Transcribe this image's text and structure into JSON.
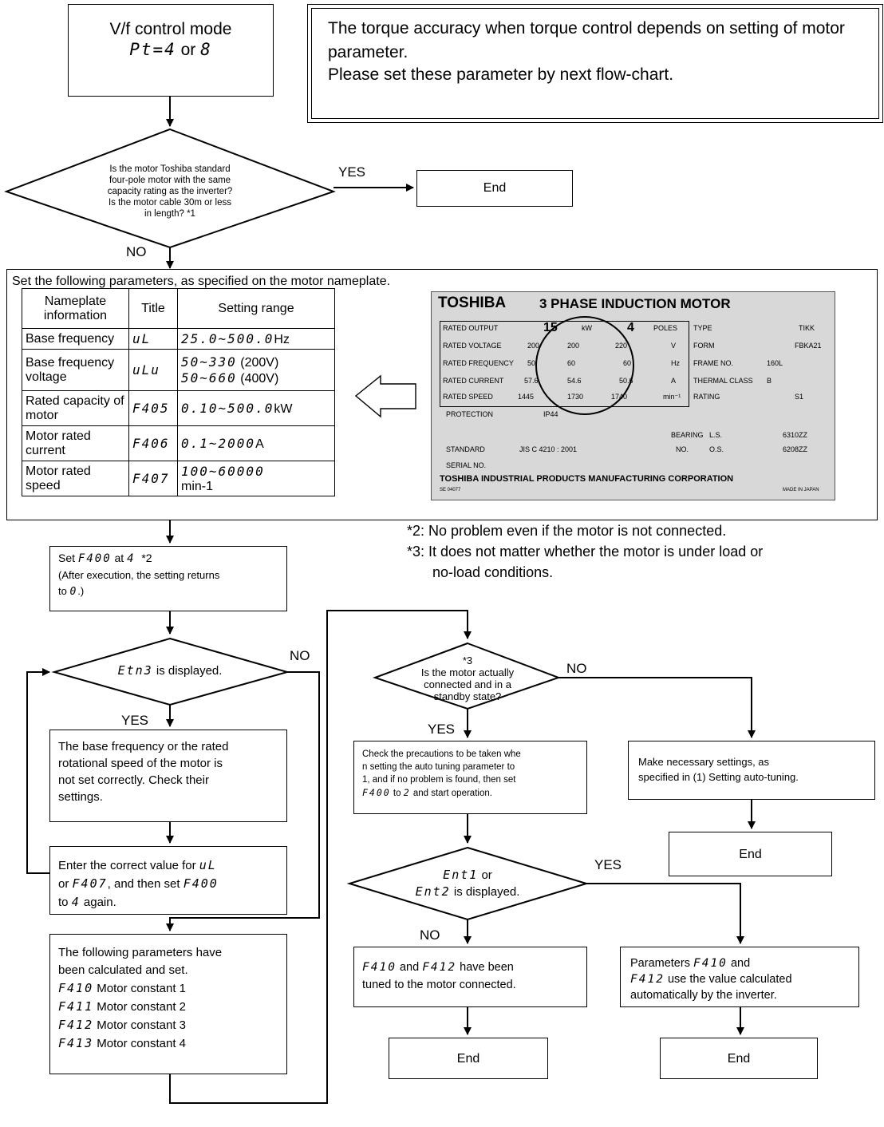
{
  "top": {
    "mode_line1": "V/f control mode",
    "mode_code1": "Pt=4",
    "mode_or": "or",
    "mode_code2": "8",
    "note": "The torque accuracy when torque control depends on setting of motor parameter.",
    "note2": "Please set these parameter by next flow-chart."
  },
  "d1": {
    "line1": "Is the motor Toshiba standard",
    "line2": "four-pole motor with the same",
    "line3": "capacity rating as the inverter?",
    "line4": "Is the motor cable 30m or less",
    "line5": "in length? *1",
    "yes": "YES",
    "no": "NO",
    "end": "End"
  },
  "params": {
    "intro": "Set the following parameters, as specified on the motor nameplate.",
    "headers": [
      "Nameplate information",
      "Title",
      "Setting range"
    ],
    "rows": [
      {
        "info": "Base frequency",
        "title": "uL",
        "range_code": "25.0~500.0",
        "range_unit": "Hz"
      },
      {
        "info": "Base frequency voltage",
        "title": "uLu",
        "range_code": "50~330",
        "range_unit": " (200V)",
        "range_code2": "50~660",
        "range_unit2": " (400V)"
      },
      {
        "info": "Rated capacity of motor",
        "title": "F405",
        "range_code": "0.10~500.0",
        "range_unit": "kW"
      },
      {
        "info": "Motor rated current",
        "title": "F406",
        "range_code": "0.1~2000",
        "range_unit": "A"
      },
      {
        "info": "Motor rated speed",
        "title": "F407",
        "range_code": "100~60000",
        "range_unit": "min-1"
      }
    ]
  },
  "plate": {
    "brand": "TOSHIBA",
    "heading": "3 PHASE INDUCTION MOTOR",
    "rated_output": "RATED OUTPUT",
    "output_val": "15",
    "kw": "kW",
    "poles_val": "4",
    "poles": "POLES",
    "type_k": "TYPE",
    "type_v": "TIKK",
    "voltage": "RATED VOLTAGE",
    "v1": "200",
    "v2": "200",
    "v3": "220",
    "v_u": "V",
    "form_k": "FORM",
    "form_v": "FBKA21",
    "freq": "RATED FREQUENCY",
    "f1": "50",
    "f2": "60",
    "f3": "60",
    "f_u": "Hz",
    "frame_k": "FRAME NO.",
    "frame_v": "160L",
    "current": "RATED CURRENT",
    "c1": "57.6",
    "c2": "54.6",
    "c3": "50.6",
    "c_u": "A",
    "thermal_k": "THERMAL CLASS",
    "thermal_v": "B",
    "speed": "RATED SPEED",
    "s1": "1445",
    "s2": "1730",
    "s3": "1740",
    "s_u": "min⁻¹",
    "rating_k": "RATING",
    "rating_v": "S1",
    "protection": "PROTECTION",
    "protection_v": "IP44",
    "bearing": "BEARING",
    "ls": "L.S.",
    "ls_v": "6310ZZ",
    "no": "NO.",
    "os": "O.S.",
    "os_v": "6208ZZ",
    "standard": "STANDARD",
    "standard_v": "JIS C 4210 : 2001",
    "serial": "SERIAL NO.",
    "maker": "TOSHIBA INDUSTRIAL PRODUCTS MANUFACTURING CORPORATION",
    "code": "SE 04077",
    "made": "MADE IN JAPAN"
  },
  "notes": {
    "n2": "*2: No problem even if the motor is not connected.",
    "n3a": "*3: It does not matter whether the motor is under load or",
    "n3b": "no-load conditions."
  },
  "set400": {
    "a": "Set",
    "code": "F400",
    "b": "at",
    "val": "4",
    "ref": "*2",
    "line2": "(After execution, the setting returns",
    "line3a": "to",
    "line3code": "0",
    "line3b": ".)"
  },
  "etn3": {
    "code": "Etn3",
    "text": "is displayed.",
    "yes": "YES",
    "no": "NO"
  },
  "basefreq": {
    "l1": "The base frequency or the rated",
    "l2": "rotational speed of the motor is",
    "l3": "not set correctly. Check their",
    "l4": "settings."
  },
  "enter": {
    "a": "Enter the correct value for",
    "code1": "uL",
    "b": "or",
    "code2": "F407",
    "c": ", and then set",
    "code3": "F400",
    "d": "to",
    "code4": "4",
    "e": "again."
  },
  "calc": {
    "l1": "The following parameters have",
    "l2": "been calculated and set.",
    "items": [
      {
        "code": "F410",
        "label": "Motor constant 1"
      },
      {
        "code": "F411",
        "label": "Motor constant 2"
      },
      {
        "code": "F412",
        "label": "Motor constant 3"
      },
      {
        "code": "F413",
        "label": "Motor constant 4"
      }
    ]
  },
  "d3": {
    "ref": "*3",
    "l1": "Is the motor actually",
    "l2": "connected and in a",
    "l3": "standby state?",
    "yes": "YES",
    "no": "NO"
  },
  "check": {
    "l1": "Check the precautions to be taken whe",
    "l2": "n setting the auto tuning parameter to",
    "l3": "1, and if no problem is found, then set",
    "code": "F400",
    "l4a": "to",
    "code2": "2",
    "l4b": "and start operation."
  },
  "make": {
    "l1": "Make necessary settings, as",
    "l2": "specified in (1) Setting auto-tuning."
  },
  "d4": {
    "code1": "Ent1",
    "or": "or",
    "code2": "Ent2",
    "text": "is displayed.",
    "yes": "YES",
    "no": "NO"
  },
  "tuned": {
    "code1": "F410",
    "a": "and",
    "code2": "F412",
    "b": "have been",
    "l2": "tuned to the motor connected."
  },
  "paramsbox": {
    "a": "Parameters",
    "code1": "F410",
    "b": "and",
    "code2": "F412",
    "c": "use the value calculated",
    "l3": "automatically by the inverter."
  },
  "end_label": "End"
}
